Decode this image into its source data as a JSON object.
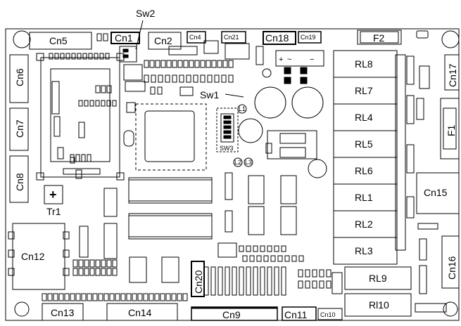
{
  "labels": {
    "sw2": "Sw2",
    "sw1": "Sw1",
    "tr1": "Tr1",
    "cn1": "Cn1",
    "cn2": "Cn2",
    "cn4": "Cn4",
    "cn5": "Cn5",
    "cn6": "Cn6",
    "cn7": "Cn7",
    "cn8": "Cn8",
    "cn9": "Cn9",
    "cn10": "Cn10",
    "cn11": "Cn11",
    "cn12": "Cn12",
    "cn13": "Cn13",
    "cn14": "Cn14",
    "cn15": "Cn15",
    "cn16": "Cn16",
    "cn17": "Cn17",
    "cn18": "Cn18",
    "cn19": "Cn19",
    "cn20": "Cn20",
    "cn21": "Cn21",
    "f1": "F1",
    "f2": "F2",
    "sw3": "SW3",
    "l1": "L1",
    "l2": "L2",
    "l3": "L3",
    "plus": "+",
    "minus": "−",
    "tilde": "~"
  },
  "relays": [
    "RL8",
    "RL7",
    "RL4",
    "RL5",
    "RL6",
    "RL1",
    "RL2",
    "RL3"
  ],
  "relays_lower": [
    "RL9",
    "Rl10"
  ]
}
